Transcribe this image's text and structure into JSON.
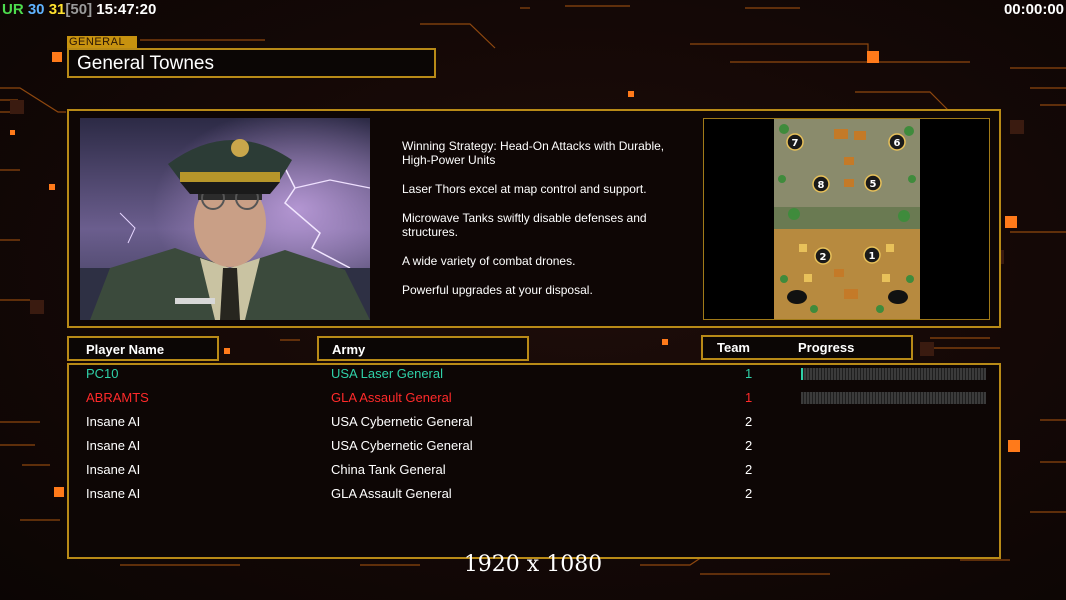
{
  "hud": {
    "ur_label": "UR",
    "num1": "30",
    "num2": "31",
    "bracket_num": "[50]",
    "clock": "15:47:20",
    "timer": "00:00:00"
  },
  "general": {
    "tag": "GENERAL",
    "name": "General Townes",
    "description": [
      "Winning Strategy: Head-On Attacks with Durable,\n High-Power Units",
      "Laser Thors excel at map control and support.",
      "Microwave Tanks swiftly disable defenses and\n structures.",
      "A wide variety of combat drones.",
      "Powerful upgrades at your disposal."
    ]
  },
  "map": {
    "slots": [
      "7",
      "6",
      "8",
      "5",
      "2",
      "1"
    ]
  },
  "columns": {
    "player_name": "Player Name",
    "army": "Army",
    "team": "Team",
    "progress": "Progress"
  },
  "players": [
    {
      "name": "PC10",
      "army": "USA Laser General",
      "team": "1",
      "progress": 0.01,
      "color": "#2fd0a8"
    },
    {
      "name": "ABRAMTS",
      "army": "GLA Assault General",
      "team": "1",
      "progress": 0,
      "color": "#ff2a2a"
    },
    {
      "name": "Insane AI",
      "army": "USA Cybernetic General",
      "team": "2",
      "color": "#ffffff"
    },
    {
      "name": "Insane AI",
      "army": "USA Cybernetic General",
      "team": "2",
      "color": "#ffffff"
    },
    {
      "name": "Insane AI",
      "army": "China Tank General",
      "team": "2",
      "color": "#ffffff"
    },
    {
      "name": "Insane AI",
      "army": "GLA Assault General",
      "team": "2",
      "color": "#ffffff"
    }
  ],
  "resolution_text": "1920 x 1080",
  "colors": {
    "frame_gold": "#b88a17",
    "accent_orange": "#ff7a1a",
    "player_teal": "#2fd0a8",
    "player_red": "#ff2a2a"
  }
}
